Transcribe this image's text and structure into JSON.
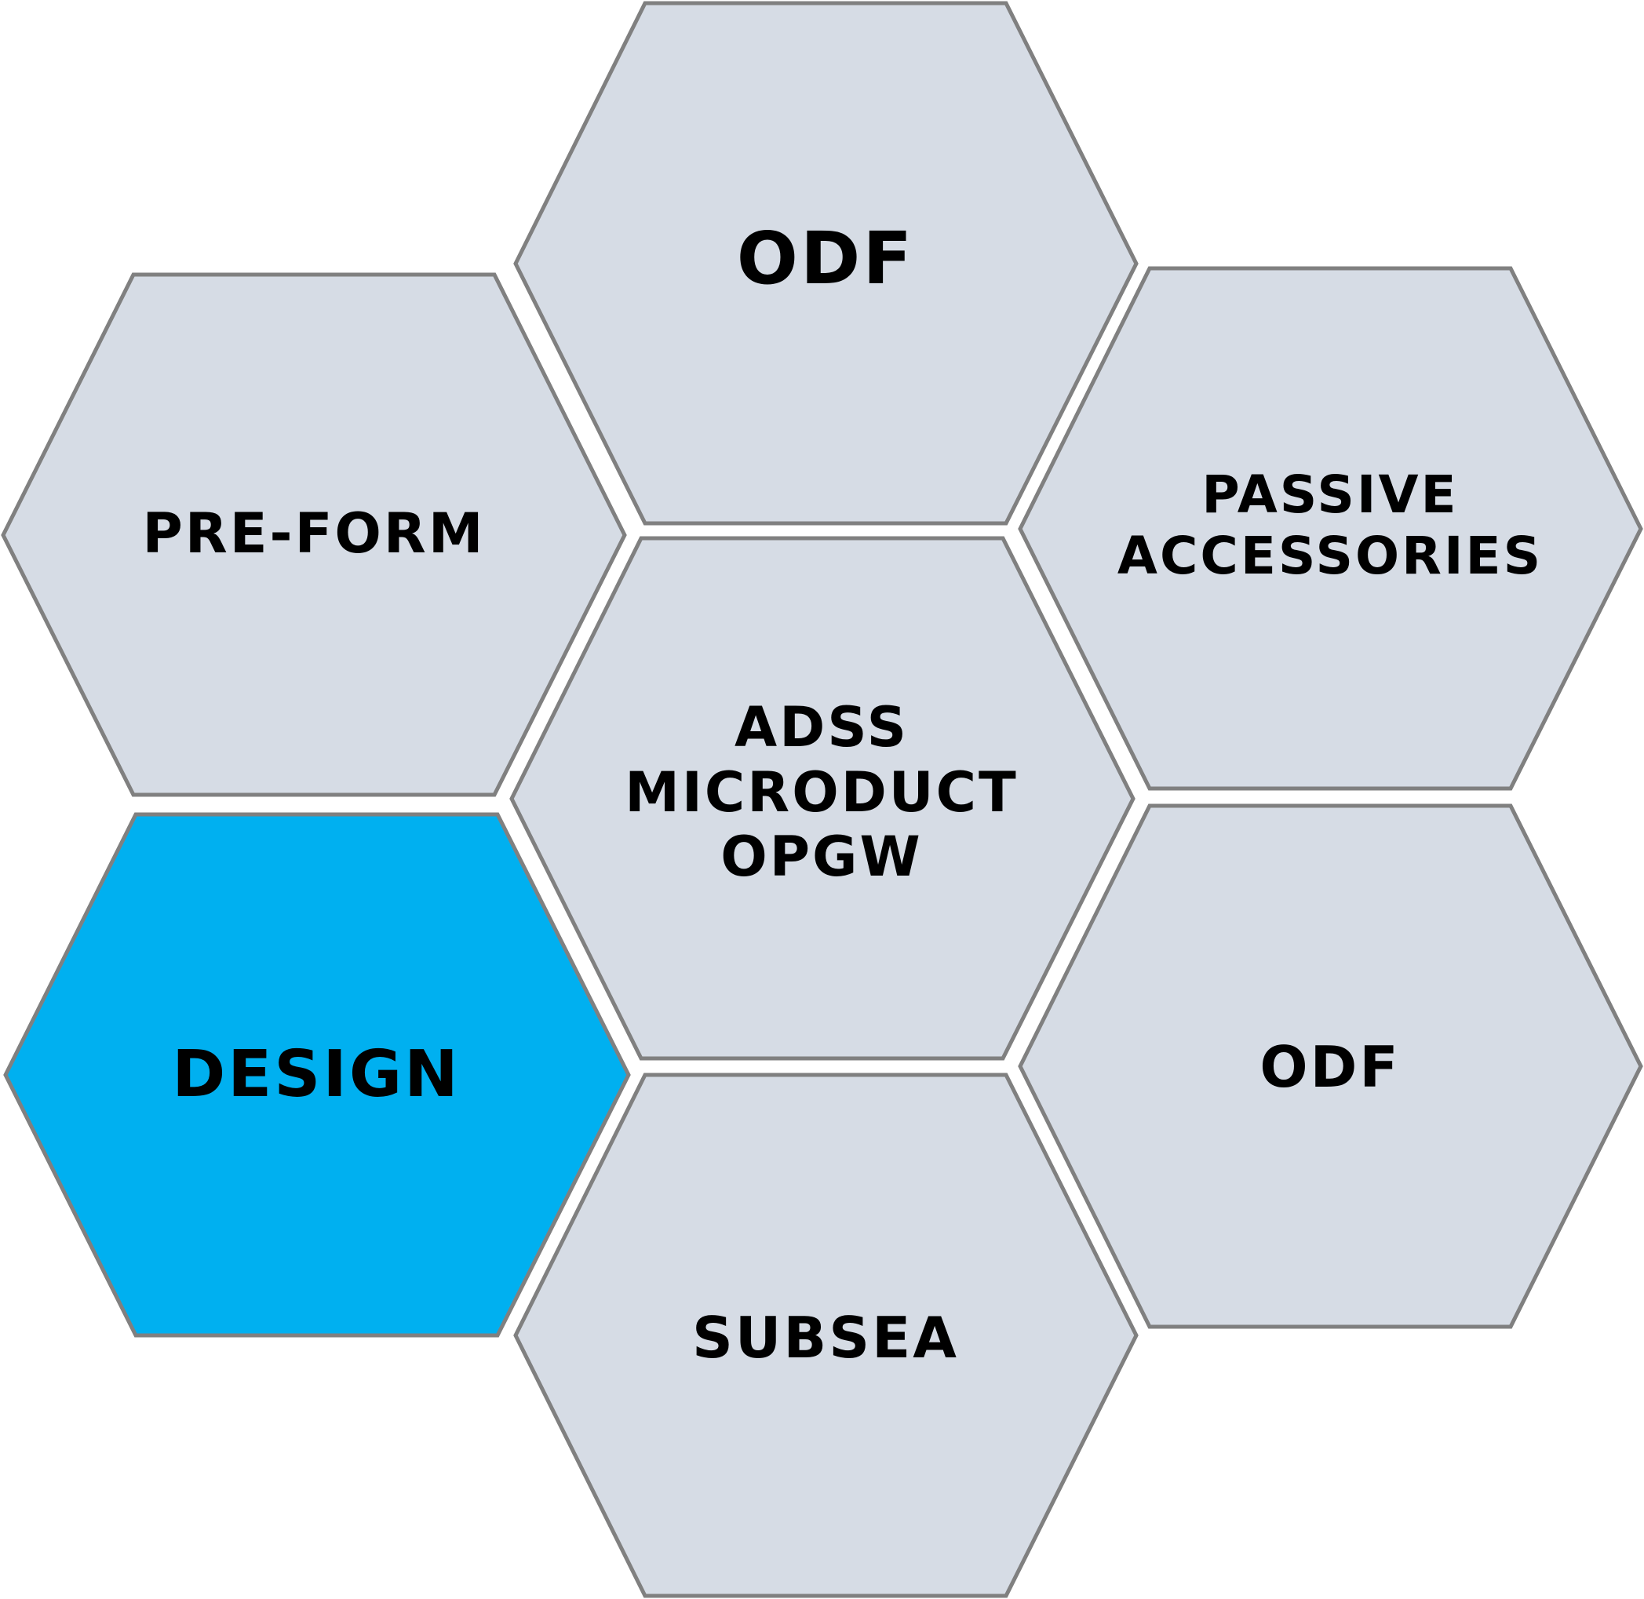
{
  "colors": {
    "hex_fill": "#d6dce5",
    "hex_fill_highlight": "#00b0f0",
    "hex_stroke": "#808080",
    "label_text": "#000000"
  },
  "hexagons": {
    "top": {
      "label": "ODF",
      "highlighted": false
    },
    "center": {
      "lines": [
        "ADSS",
        "MICRODUCT",
        "OPGW"
      ],
      "highlighted": false
    },
    "upper_left": {
      "label": "PRE-FORM",
      "highlighted": false
    },
    "lower_left": {
      "label": "DESIGN",
      "highlighted": true
    },
    "upper_right": {
      "lines": [
        "PASSIVE",
        "ACCESSORIES"
      ],
      "highlighted": false
    },
    "lower_right": {
      "label": "ODF",
      "highlighted": false
    },
    "bottom": {
      "label": "SUBSEA",
      "highlighted": false
    }
  }
}
